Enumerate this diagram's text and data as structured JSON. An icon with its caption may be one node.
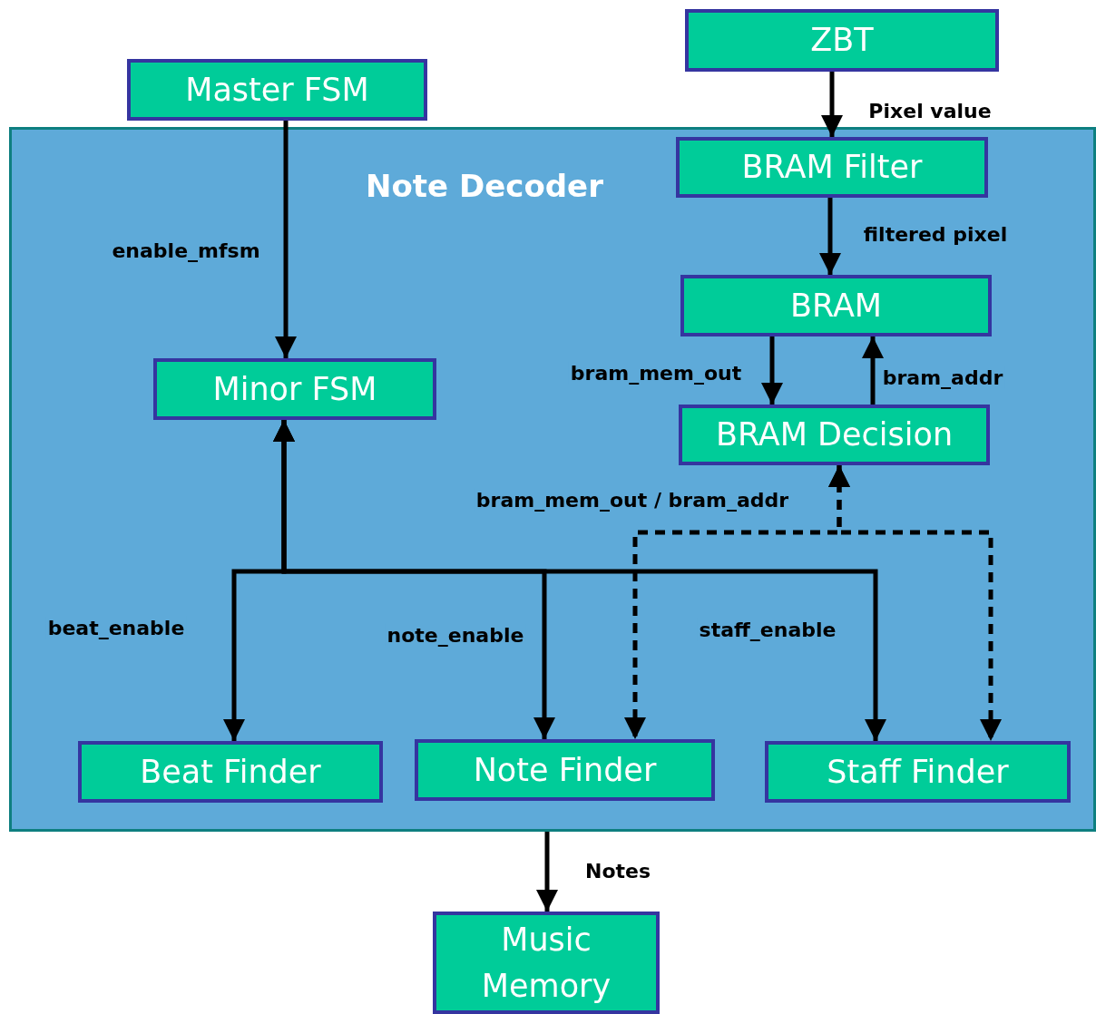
{
  "diagram": {
    "nodes": [
      {
        "text": [
          "Master FSM"
        ]
      },
      {
        "text": [
          "ZBT"
        ]
      },
      {
        "text": [
          "Note Decoder"
        ]
      },
      {
        "text": [
          "BRAM Filter"
        ],
        "in": 2
      },
      {
        "text": [
          "BRAM"
        ],
        "in": 2
      },
      {
        "text": [
          "Minor FSM"
        ],
        "in": 2
      },
      {
        "text": [
          "BRAM Decision"
        ],
        "in": 2
      },
      {
        "text": [
          "Beat Finder"
        ],
        "in": 2
      },
      {
        "text": [
          "Note Finder"
        ],
        "in": 2
      },
      {
        "text": [
          "Staff Finder"
        ],
        "in": 2
      },
      {
        "text": [
          "Music Memory"
        ]
      }
    ],
    "edges": [
      {
        "from": 0,
        "to": 5,
        "arrow": "to",
        "label": "enable_mfsm"
      },
      {
        "from": 1,
        "to": 3,
        "arrow": "to",
        "label": "Pixel value"
      },
      {
        "from": 3,
        "to": 4,
        "arrow": "to",
        "label": "filtered pixel"
      },
      {
        "from": 4,
        "to": 6,
        "arrow": "to",
        "label": "bram_mem_out"
      },
      {
        "from": 6,
        "to": 4,
        "arrow": "to",
        "label": "bram_addr"
      },
      {
        "from": 5,
        "to": 7,
        "arrow": "both",
        "label": "beat_enable"
      },
      {
        "from": 5,
        "to": 8,
        "arrow": "both",
        "label": "note_enable"
      },
      {
        "from": 5,
        "to": 9,
        "arrow": "both",
        "label": "staff_enable"
      },
      {
        "from": 6,
        "to": 8,
        "arrow": "both",
        "style": "dashed",
        "label": "bram_mem_out / bram_addr"
      },
      {
        "from": 6,
        "to": 9,
        "arrow": "both",
        "style": "dashed"
      },
      {
        "from": 2,
        "to": 10,
        "arrow": "to",
        "label": "Notes"
      }
    ]
  }
}
